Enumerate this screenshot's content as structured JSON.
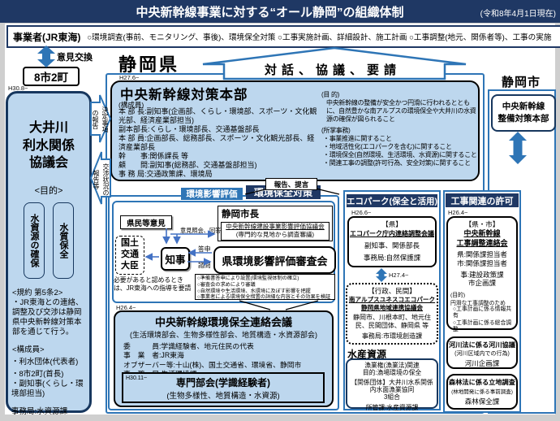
{
  "header": {
    "title": "中央新幹線事業に対する“オール静岡”の組織体制",
    "date_note": "(令和8年4月1日現在)"
  },
  "operator": {
    "name": "事業者(JR東海)",
    "tasks": "○環境調査(事前、モニタリング、事後)、環境保全対策 ○工事実施計画、詳細設計、施工計画 ○工事調整(地元、関係者等)、工事の実施"
  },
  "left": {
    "exchange_label": "意見交換",
    "municipalities": "8市2町",
    "arrow_decision": "決定事項\nの報告",
    "arrow_negotiation": "交渉状況の\n報告等",
    "council": {
      "date": "H30.8~",
      "name": "大井川\n利水関係\n協議会",
      "purpose_label": "<目的>",
      "goal1": "水資源の確保",
      "goal2": "水質保全",
      "rule_label": "<規約 第5条2>",
      "rule_text": "・JR東海との連絡、調整及び交渉は静岡県中央新幹線対策本部を通じて行う。",
      "members_label": "<構成員>",
      "members": [
        "・利水団体(代表者)",
        "・8市2町(首長)",
        "・副知事(くらし・環境部担当)"
      ],
      "secretariat": "事務局:水資源課"
    }
  },
  "prefecture": {
    "name": "静岡県",
    "dialog": "対話、協議、要請",
    "report_label": "報告、提言",
    "hq": {
      "date": "H27.6~",
      "name": "中央新幹線対策本部",
      "members_label": "(構成員)",
      "rows": [
        "本 部 長:副知事(企画部、くらし・環境部、スポーツ・文化観光部、経済産業部担当)",
        "副本部長:くらし・環境部長、交通基盤部長",
        "本 部 員:企画部長、総務部長、スポーツ・文化観光部長、経済産業部長",
        "幹　　事:関係課長 等",
        "顧　　問:副知事(総務部、交通基盤部担当)",
        "事 務 局:交通政策課、環境局"
      ],
      "purpose_label": "(目 的)",
      "purpose": "中央新幹線の整備が安全かつ円滑に行われるとともに、自然豊かな南アルプスの環境保全や大井川の水資源の確保が図られること",
      "duties_label": "(所掌事務)",
      "duties": [
        "・事業推進に関すること",
        "・地域活性化(エコパークを含む)に関すること",
        "・環境保全(自然環境、生活環境、水資源)に関すること",
        "・関連工事の調整(許可行為、安全対策)に関すること"
      ]
    }
  },
  "env": {
    "tag_assessment": "環境影響評価",
    "tag_protection": "環境保全対策",
    "citizens": "県民等意見",
    "mlit": "国土\n交通\n大臣",
    "governor": "知事",
    "inquiry_label": "意見照会、回答",
    "toushin": "答申",
    "shimon": "諮問",
    "guidance_note": "必要があると認めるときは、JR東海への指導を要請",
    "mayor": {
      "title": "静岡市長",
      "council": "中央新幹線建設事業影響評価協議会",
      "note": "(専門的な見地から調査審議)"
    },
    "review": "県環境影響評価審査会",
    "review_notes": [
      "○準備書答申により設置(環境監視体制の確立)",
      "○審査会の求めにより審議",
      "○自然環境や生活環境、水環境に及ぼす影響を把握",
      "○事業者による環境保全措置の詳細な内容とその効果を検証"
    ],
    "liaison": {
      "date": "H26.4~",
      "name": "中央新幹線環境保全連絡会議",
      "subtitle": "(生活環境部会、生物多様性部会、地質構造・水資源部会)",
      "rows": [
        "委　　　員:学識経験者、地元住民の代表",
        "事　業　者:JR東海",
        "オブザーバー等:十山(株)、国土交通省、環境省、静岡市",
        "事　務　局:生活環境課"
      ],
      "sub_date": "H30.11~",
      "sub_name": "専門部会(学識経験者)",
      "sub_note": "(生物多様性、地質構造・水資源)"
    }
  },
  "ecopark": {
    "header": "エコパーク(保全と活用)",
    "internal": {
      "date": "H26.6~",
      "tag": "【県】",
      "name": "エコパーク庁内連絡調整会議",
      "members": "副知事、関係部長",
      "secretariat": "事務局:自然保護課"
    },
    "arrow_date": "H27.4~",
    "regional": {
      "tag": "【行政、民間】",
      "name": "南アルプスユネスコエコパーク\n静岡県地域連携協議会",
      "members": "静岡市、川根本町、地元住民、民間団体、静岡県 等",
      "secretariat": "事務局:市環境創造課"
    },
    "fishery": {
      "title": "水産資源",
      "block1": "漁業権(漁業法)関連\n目的:漁場環境の保全",
      "block2": "【関係団体】大井川水系関係\n内水面漁業協同\n3組合",
      "secretariat": "所管課:水産資源課"
    }
  },
  "construction": {
    "header": "工事関連の許可",
    "liaison": {
      "date": "H26.4~",
      "tag": "【県・市】",
      "name": "中央新幹線\n工事調整連絡会",
      "rows1": "県:関係課担当者\n市:関係課担当者",
      "rows2": "事:建設政策課\n市企画課",
      "purpose_label": "(目的)",
      "purpose": "円滑な工事調整のため",
      "items": "○工事計画に係る情報共有\n○工事計画に係る総合調整"
    },
    "river": {
      "name": "河川法に係る河川協議",
      "note": "(河川区域内での行為)",
      "dept": "河川企画課"
    },
    "forest": {
      "name": "森林法に係る立地調査",
      "note": "(林地開発に係る事前調査)",
      "dept": "森林保全課"
    }
  },
  "city": {
    "name": "静岡市",
    "hq": "中央新幹線\n整備対策本部"
  }
}
